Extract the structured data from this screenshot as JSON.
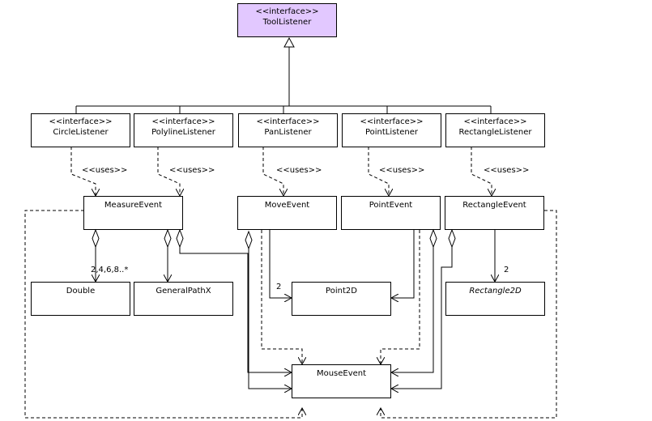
{
  "diagram": {
    "root": {
      "stereotype": "<<interface>>",
      "name": "ToolListener"
    },
    "listeners": [
      {
        "stereotype": "<<interface>>",
        "name": "CircleListener"
      },
      {
        "stereotype": "<<interface>>",
        "name": "PolylineListener"
      },
      {
        "stereotype": "<<interface>>",
        "name": "PanListener"
      },
      {
        "stereotype": "<<interface>>",
        "name": "PointListener"
      },
      {
        "stereotype": "<<interface>>",
        "name": "RectangleListener"
      }
    ],
    "uses_label": "<<uses>>",
    "events": [
      {
        "name": "MeasureEvent"
      },
      {
        "name": "MoveEvent"
      },
      {
        "name": "PointEvent"
      },
      {
        "name": "RectangleEvent"
      }
    ],
    "classes": {
      "double": "Double",
      "generalpathx": "GeneralPathX",
      "point2d": "Point2D",
      "rectangle2d": "Rectangle2D",
      "mouseevent": "MouseEvent"
    },
    "multiplicities": {
      "measure_double": "2,4,6,8..*",
      "move_point2d": "2",
      "rect_rect2d": "2"
    }
  }
}
